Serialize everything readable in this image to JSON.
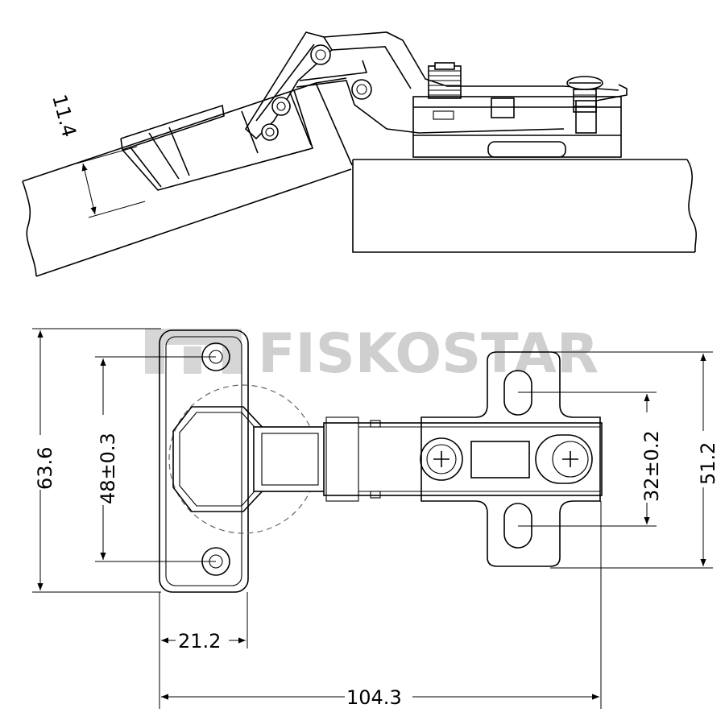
{
  "watermark": {
    "text": "FISKOSTAR"
  },
  "dimensions": {
    "overlay": "11.4",
    "height_total": "63.6",
    "hole_spacing": "48±0.3",
    "cup_offset": "21.2",
    "total_length": "104.3",
    "plate_slot_spacing": "32±0.2",
    "plate_height": "51.2"
  }
}
